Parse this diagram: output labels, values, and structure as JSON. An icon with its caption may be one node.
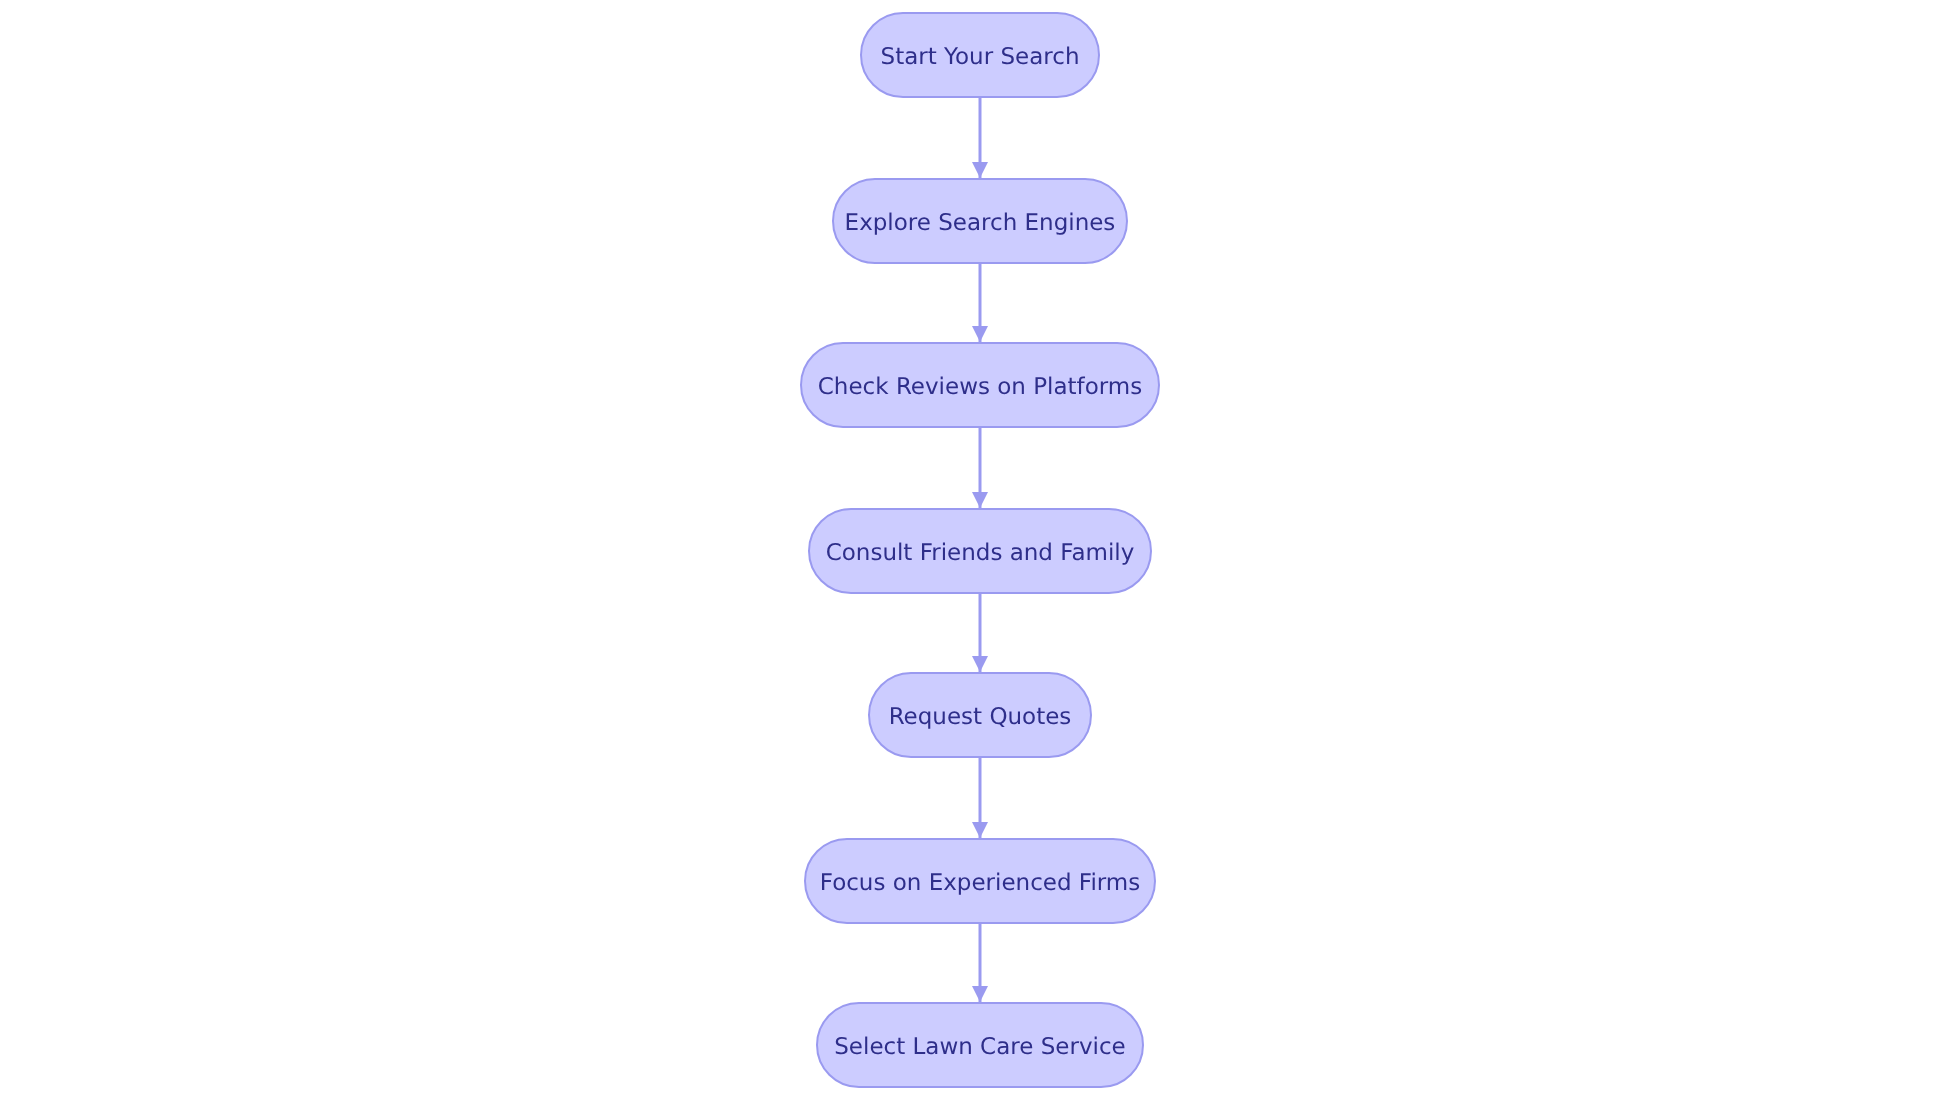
{
  "diagram": {
    "nodes": [
      {
        "text": [
          "Start Your Search"
        ]
      },
      {
        "text": [
          "Explore Search Engines"
        ]
      },
      {
        "text": [
          "Check Reviews on Platforms"
        ]
      },
      {
        "text": [
          "Consult Friends and Family"
        ]
      },
      {
        "text": [
          "Request Quotes"
        ]
      },
      {
        "text": [
          "Focus on Experienced Firms"
        ]
      },
      {
        "text": [
          "Select Lawn Care Service"
        ]
      }
    ],
    "edges": [
      {
        "from": 0,
        "to": 1,
        "arrow": "to"
      },
      {
        "from": 1,
        "to": 2,
        "arrow": "to"
      },
      {
        "from": 2,
        "to": 3,
        "arrow": "to"
      },
      {
        "from": 3,
        "to": 4,
        "arrow": "to"
      },
      {
        "from": 4,
        "to": 5,
        "arrow": "to"
      },
      {
        "from": 5,
        "to": 6,
        "arrow": "to"
      }
    ]
  }
}
